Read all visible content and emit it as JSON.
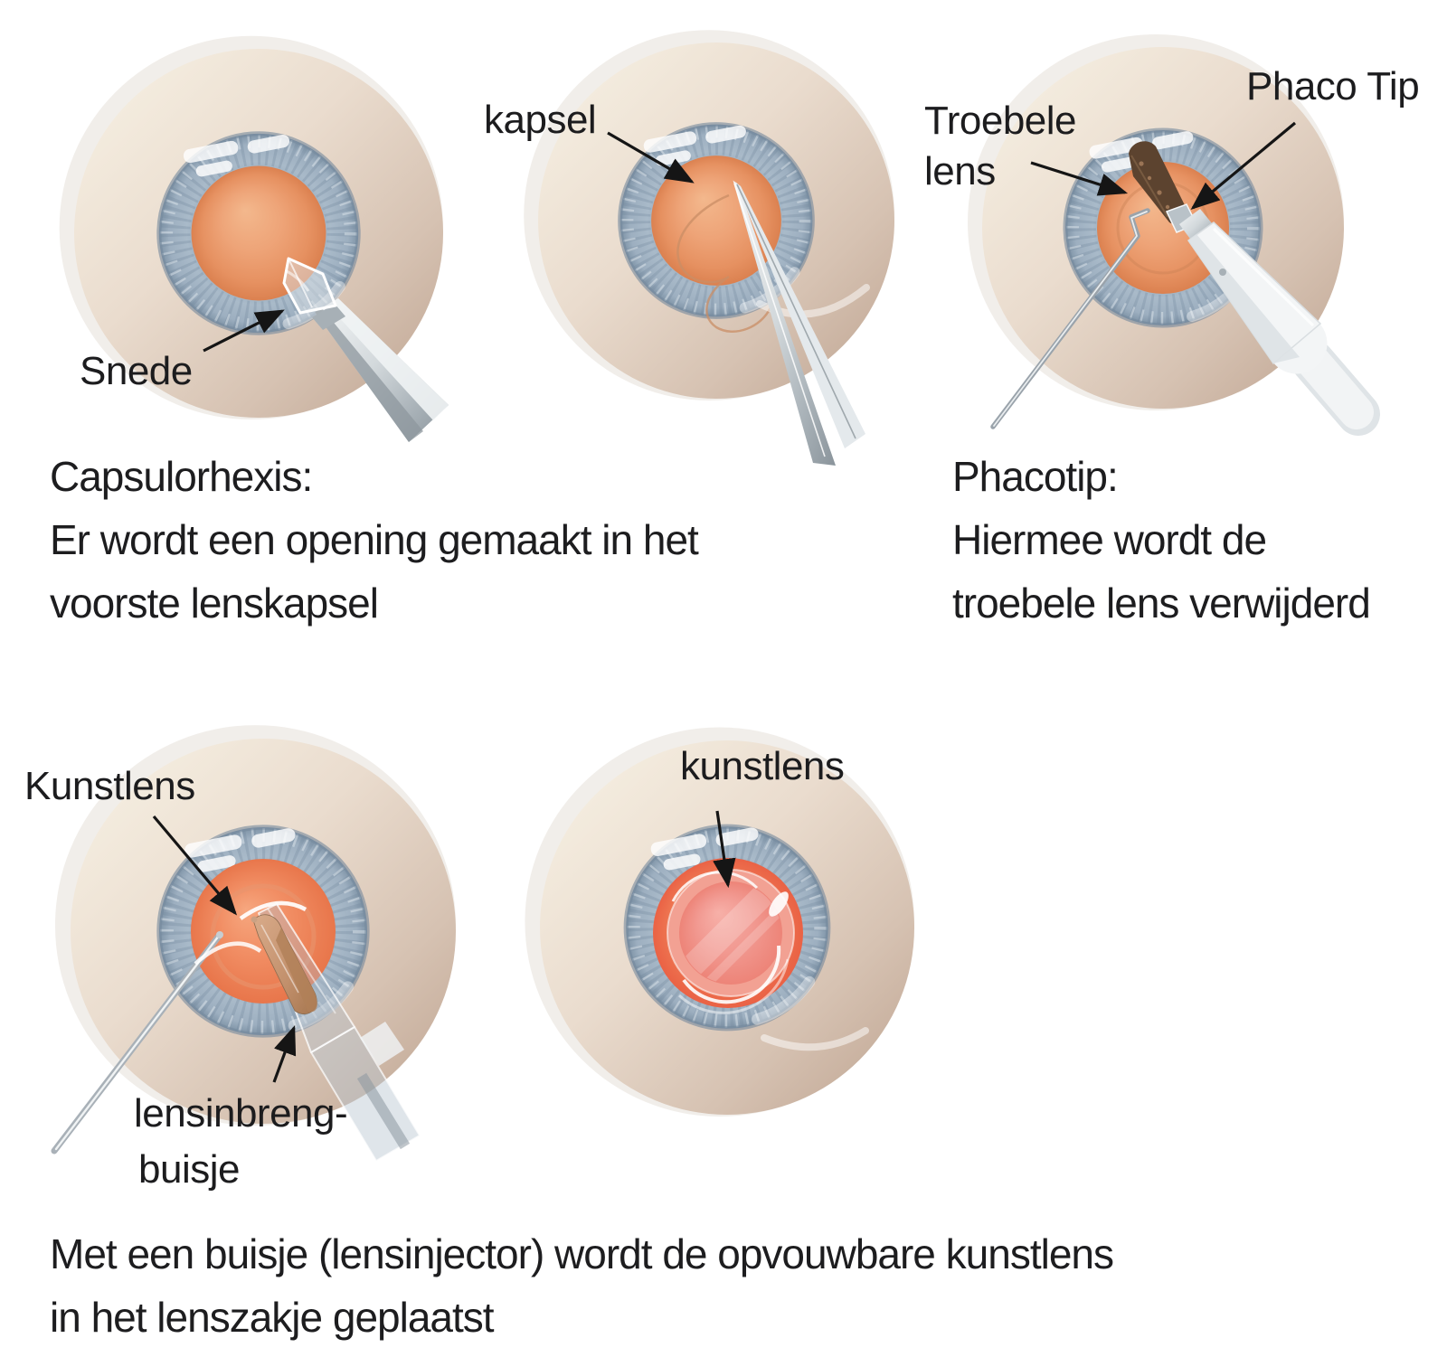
{
  "labels": {
    "snede": "Snede",
    "kapsel": "kapsel",
    "troebele_lens_line1": "Troebele",
    "troebele_lens_line2": "lens",
    "phaco_tip": "Phaco Tip",
    "kunstlens_injector": "Kunstlens",
    "lensinbreng_line1": "lensinbreng-",
    "lensinbreng_line2": "buisje",
    "kunstlens_implanted": "kunstlens"
  },
  "captions": {
    "capsulorhexis": {
      "title": "Capsulorhexis:",
      "line1": "Er wordt een opening gemaakt in het",
      "line2": "voorste lenskapsel"
    },
    "phacotip": {
      "title": "Phacotip:",
      "line1": "Hiermee wordt de",
      "line2": "troebele lens verwijderd"
    },
    "injector": {
      "line1": "Met een buisje (lensinjector) wordt de opvouwbare kunstlens",
      "line2": "in het lenszakje geplaatst"
    }
  },
  "colors": {
    "background": "#ffffff",
    "text": "#1d1d1f",
    "arrow": "#151515",
    "sclera_light": "#f8f3e6",
    "sclera_dark": "#bda28f",
    "iris_blue_gray": "#9db0c1",
    "pupil_orange": "#eda276",
    "cataract_debris_brown": "#5c432f",
    "artificial_lens_pink": "#f29a92",
    "lens_ring_coral": "#ee6a4e",
    "instrument_silver": "#c3cbd0"
  }
}
